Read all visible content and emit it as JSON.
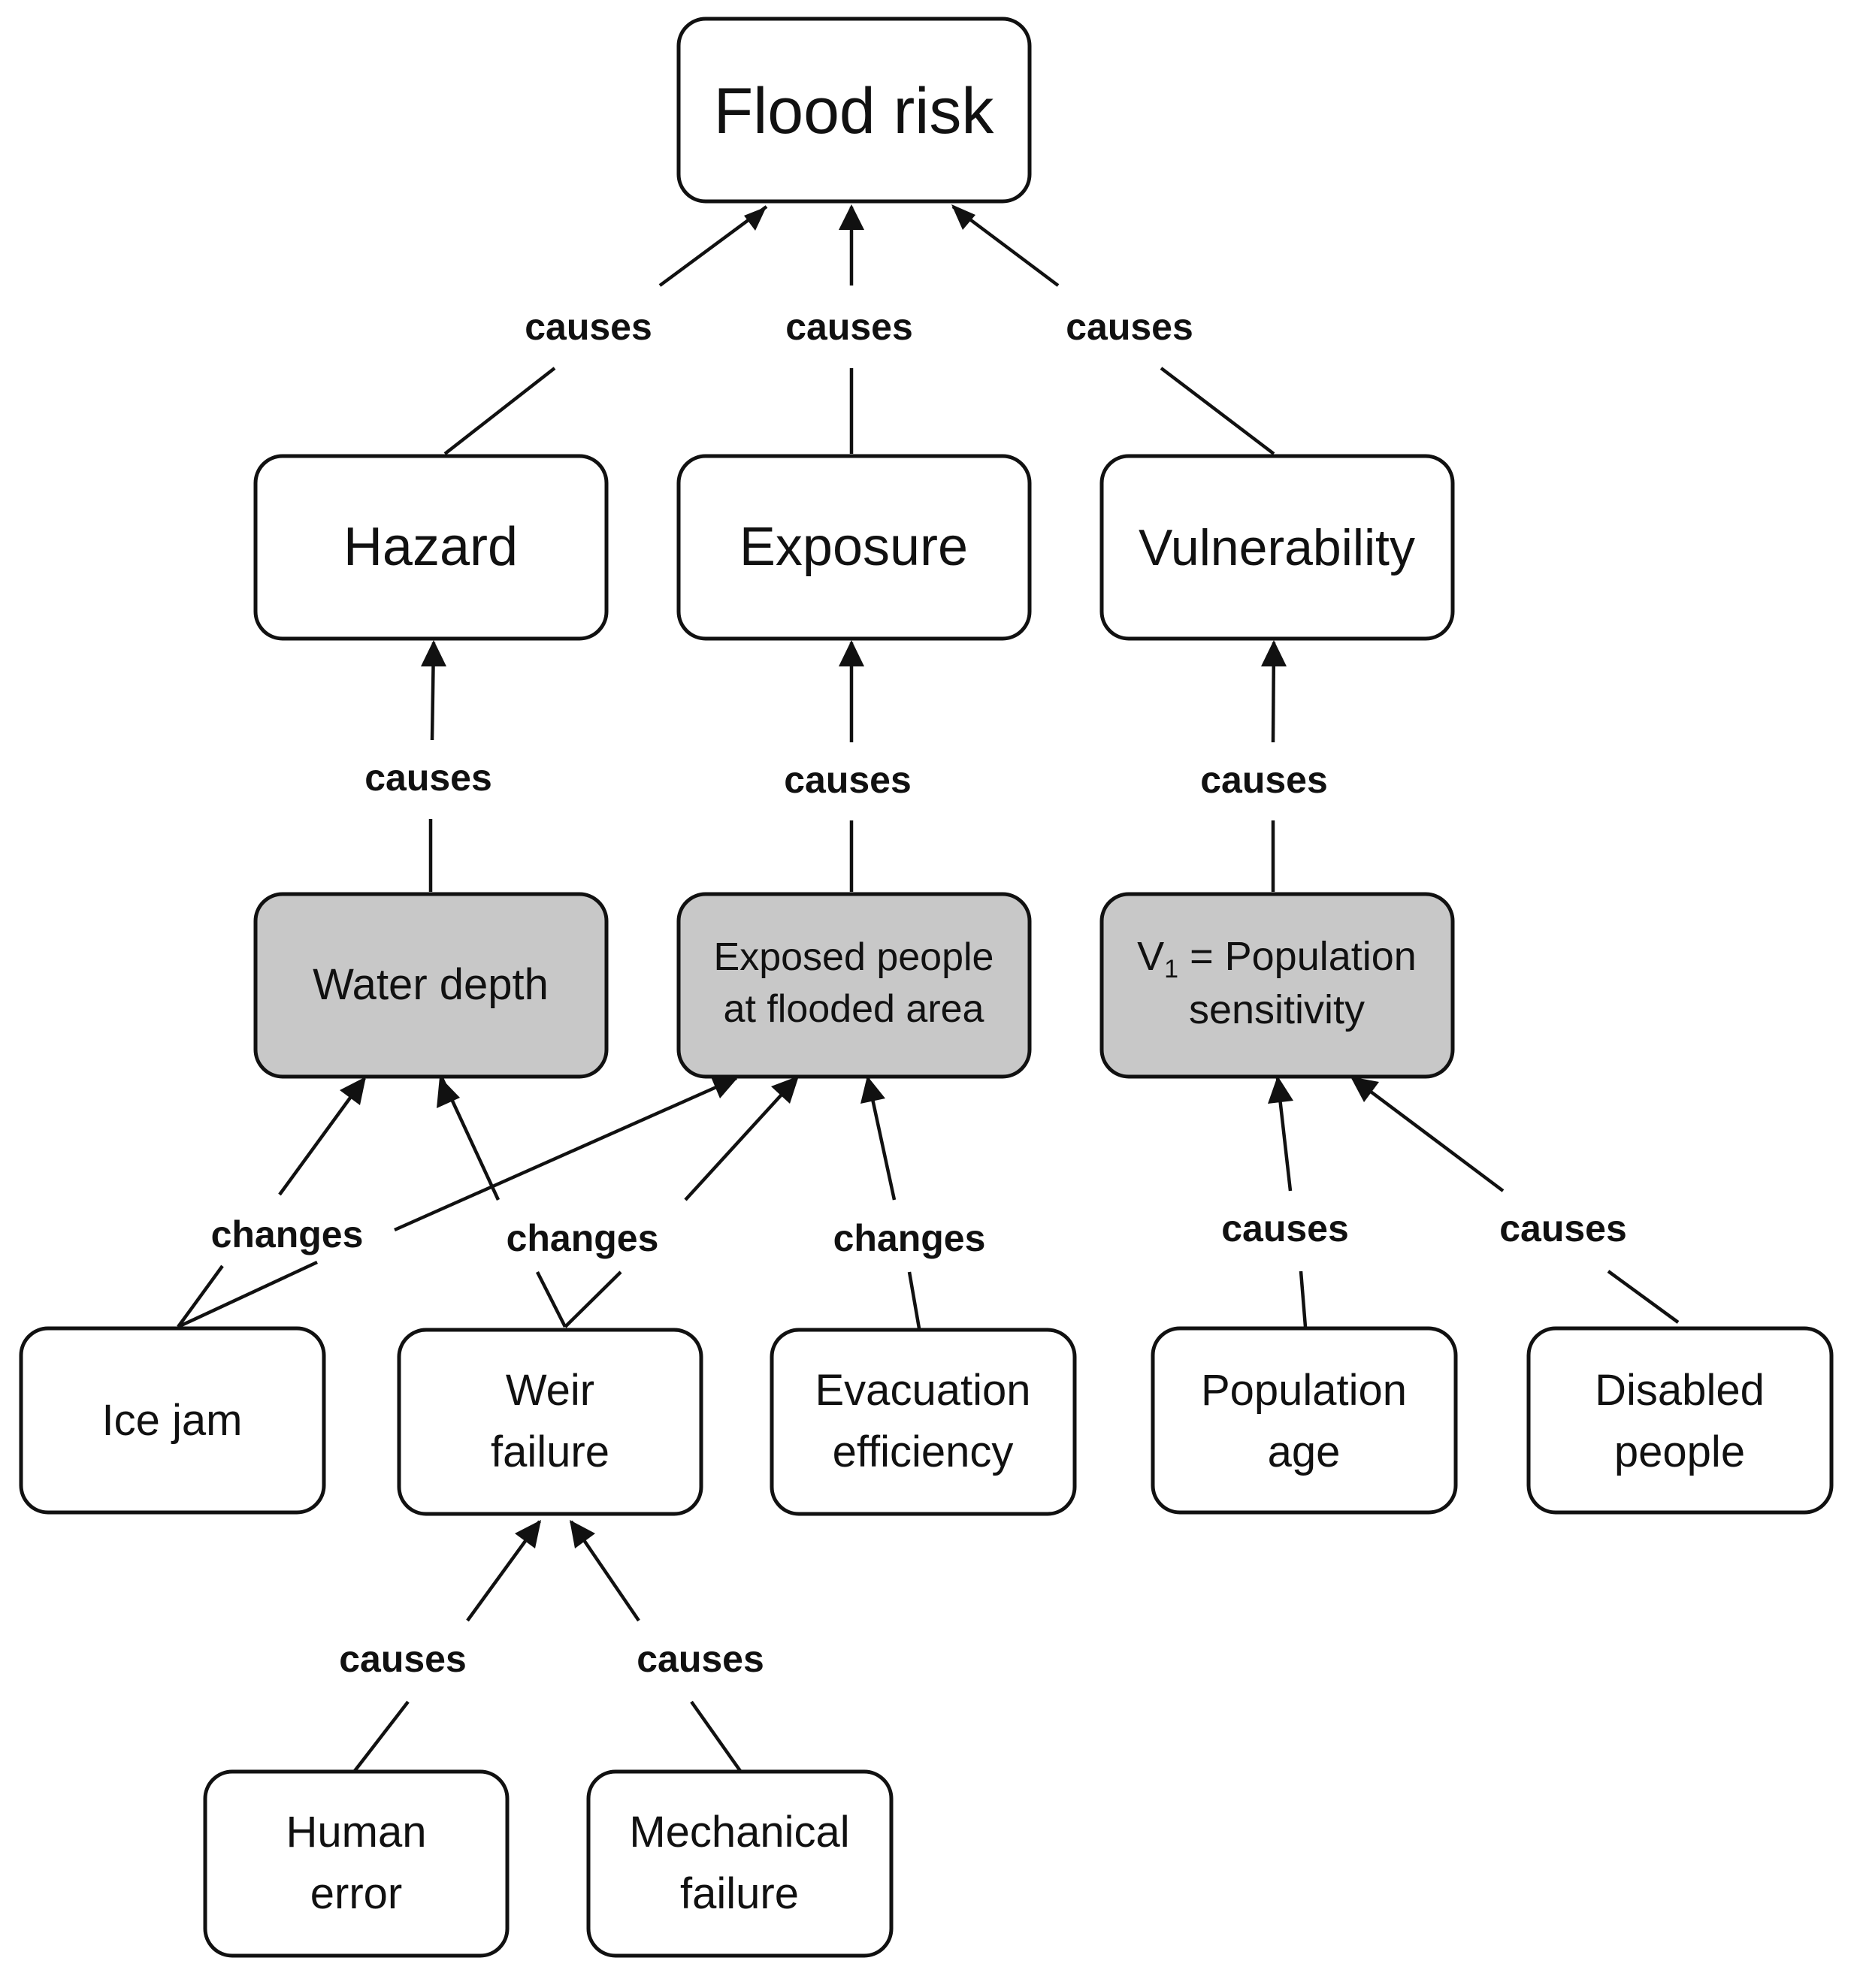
{
  "colors": {
    "box_fill": "#ffffff",
    "box_fill_shaded": "#c8c8c8",
    "stroke": "#111111",
    "background": "#ffffff"
  },
  "nodes": {
    "flood_risk": "Flood risk",
    "hazard": "Hazard",
    "exposure": "Exposure",
    "vulnerability": "Vulnerability",
    "water_depth": "Water depth",
    "exposed_people_l1": "Exposed people",
    "exposed_people_l2": "at flooded area",
    "v1_prefix": "V",
    "v1_sub": "1",
    "v1_rest": " = Population",
    "v1_l2": "sensitivity",
    "ice_jam": "Ice jam",
    "weir_l1": "Weir",
    "weir_l2": "failure",
    "evac_l1": "Evacuation",
    "evac_l2": "efficiency",
    "pop_age_l1": "Population",
    "pop_age_l2": "age",
    "disabled_l1": "Disabled",
    "disabled_l2": "people",
    "human_l1": "Human",
    "human_l2": "error",
    "mech_l1": "Mechanical",
    "mech_l2": "failure"
  },
  "relations": {
    "causes": "causes",
    "changes": "changes"
  }
}
